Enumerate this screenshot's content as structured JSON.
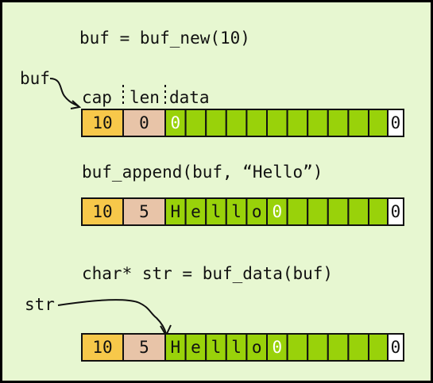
{
  "statements": {
    "s1": "buf = buf_new(10)",
    "s2": "buf_append(buf, “Hello”)",
    "s3": "char* str = buf_data(buf)"
  },
  "pointers": {
    "buf": "buf",
    "str": "str"
  },
  "headers": {
    "cap": "cap",
    "len": "len",
    "data": "data"
  },
  "rows": [
    {
      "cap": "10",
      "len": "0",
      "chars": [
        "0",
        "",
        "",
        "",
        "",
        "",
        "",
        "",
        "",
        "",
        ""
      ],
      "terminator": "0"
    },
    {
      "cap": "10",
      "len": "5",
      "chars": [
        "H",
        "e",
        "l",
        "l",
        "o",
        "0",
        "",
        "",
        "",
        "",
        ""
      ],
      "terminator": "0"
    },
    {
      "cap": "10",
      "len": "5",
      "chars": [
        "H",
        "e",
        "l",
        "l",
        "o",
        "0",
        "",
        "",
        "",
        "",
        ""
      ],
      "terminator": "0"
    }
  ],
  "colors": {
    "background": "#e7f7d1",
    "cap_cell": "#f7c84a",
    "len_cell": "#e8c4a8",
    "data_cell": "#99d20a",
    "terminator_cell": "#ffffff"
  }
}
